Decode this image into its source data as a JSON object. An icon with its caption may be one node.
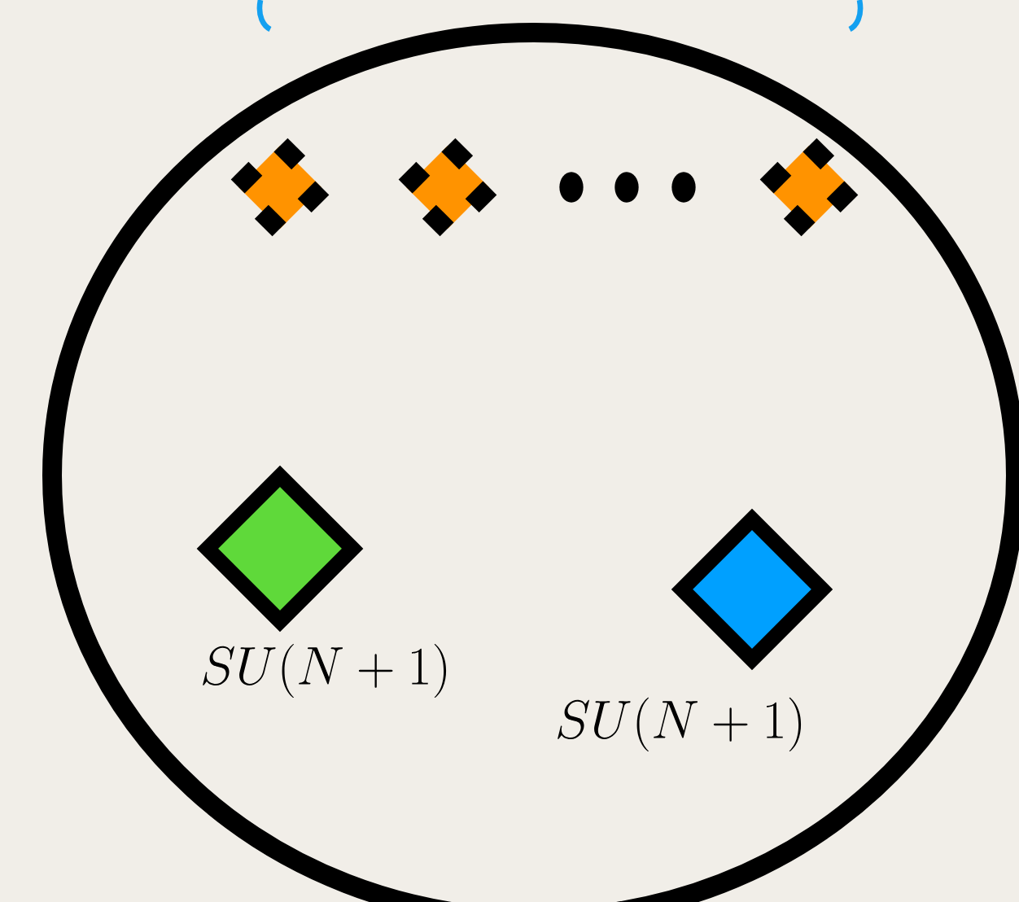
{
  "diagram": {
    "nodes": [
      {
        "text": [],
        "shape": "circle"
      },
      {
        "text": [],
        "shape": "diamond",
        "in": 0
      },
      {
        "text": [],
        "shape": "diamond",
        "in": 0
      },
      {
        "text": [],
        "shape": "diamond",
        "in": 0
      },
      {
        "text": [],
        "shape": "diamond",
        "in": 0,
        "beside": [
          "SU(N+1)"
        ]
      },
      {
        "text": [],
        "shape": "diamond",
        "in": 0,
        "beside": [
          "SU(N+1)"
        ]
      }
    ]
  }
}
